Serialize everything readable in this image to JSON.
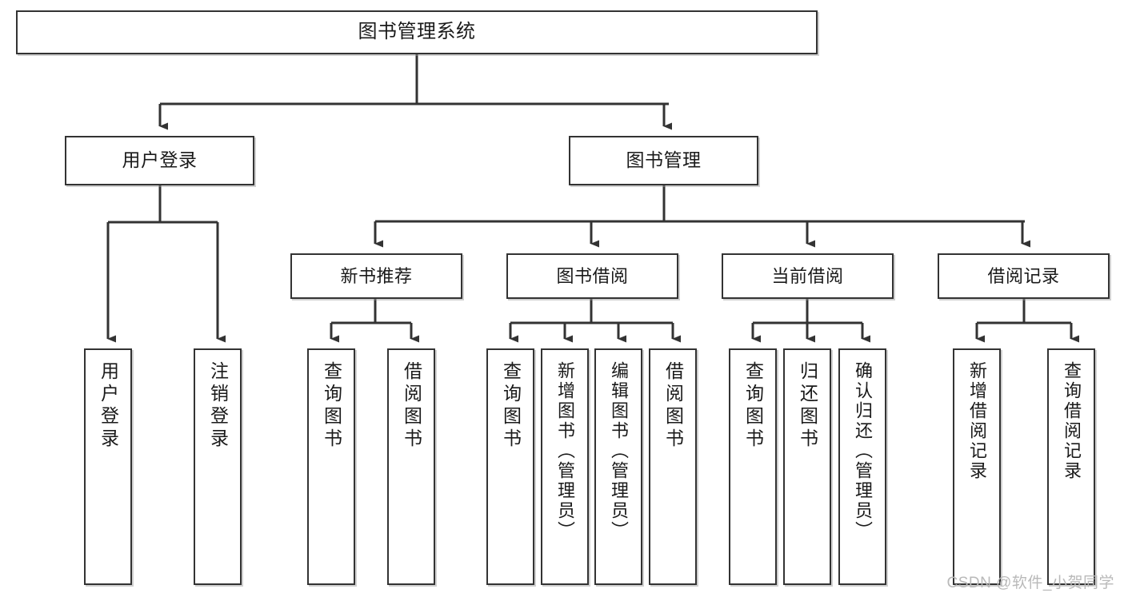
{
  "diagram": {
    "title": "图书管理系统",
    "type": "tree",
    "orientation": "top-down",
    "root": {
      "id": "root",
      "label": "图书管理系统"
    },
    "level1": [
      {
        "id": "user-login",
        "label": "用户登录"
      },
      {
        "id": "book-management",
        "label": "图书管理"
      }
    ],
    "level2": [
      {
        "id": "new-book-recommend",
        "label": "新书推荐",
        "parent": "book-management"
      },
      {
        "id": "book-borrow",
        "label": "图书借阅",
        "parent": "book-management"
      },
      {
        "id": "current-borrow",
        "label": "当前借阅",
        "parent": "book-management"
      },
      {
        "id": "borrow-record",
        "label": "借阅记录",
        "parent": "book-management"
      }
    ],
    "leaves": [
      {
        "id": "leaf-user-login",
        "label": "用户登录",
        "parent": "user-login"
      },
      {
        "id": "leaf-user-logout",
        "label": "注销登录",
        "parent": "user-login"
      },
      {
        "id": "leaf-query-book-1",
        "label": "查询图书",
        "parent": "new-book-recommend"
      },
      {
        "id": "leaf-borrow-book-1",
        "label": "借阅图书",
        "parent": "new-book-recommend"
      },
      {
        "id": "leaf-query-book-2",
        "label": "查询图书",
        "parent": "book-borrow"
      },
      {
        "id": "leaf-add-book",
        "label": "新增图书（管理员）",
        "parent": "book-borrow"
      },
      {
        "id": "leaf-edit-book",
        "label": "编辑图书（管理员）",
        "parent": "book-borrow"
      },
      {
        "id": "leaf-borrow-book-2",
        "label": "借阅图书",
        "parent": "book-borrow"
      },
      {
        "id": "leaf-query-book-3",
        "label": "查询图书",
        "parent": "current-borrow"
      },
      {
        "id": "leaf-return-book",
        "label": "归还图书",
        "parent": "current-borrow"
      },
      {
        "id": "leaf-confirm-return",
        "label": "确认归还（管理员）",
        "parent": "current-borrow"
      },
      {
        "id": "leaf-add-record",
        "label": "新增借阅记录",
        "parent": "borrow-record"
      },
      {
        "id": "leaf-query-record",
        "label": "查询借阅记录",
        "parent": "borrow-record"
      }
    ],
    "colors": {
      "border": "#333333",
      "fill": "#ffffff",
      "text": "#1a1a1a",
      "edge": "#333333",
      "watermark": "#b9b9b9"
    }
  },
  "watermark": {
    "text": "CSDN @软件_小贺同学"
  }
}
